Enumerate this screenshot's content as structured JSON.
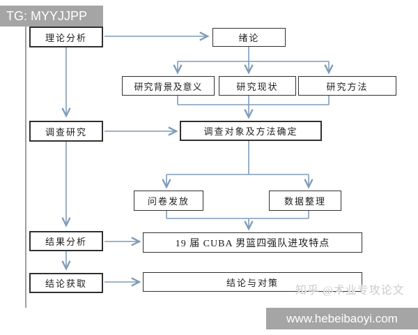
{
  "overlays": {
    "top_banner": "TG: MYYJJPP",
    "bottom_banner": "www.hebeibaoyi.com",
    "zhihu_watermark": "知乎 @术业专攻论文"
  },
  "flowchart": {
    "stages": {
      "theory": "理论分析",
      "survey": "调查研究",
      "result": "结果分析",
      "get_conclusion": "结论获取"
    },
    "nodes": {
      "intro": "绪论",
      "background": "研究背景及意义",
      "status": "研究现状",
      "method": "研究方法",
      "object_method": "调查对象及方法确定",
      "questionnaire": "问卷发放",
      "data_sort": "数据整理",
      "cuba": "19 届 CUBA 男篮四强队进攻特点",
      "conclusion": "结论与对策"
    }
  },
  "colors": {
    "arrow": "#7f9cb8",
    "box_border": "#2f2f2f",
    "banner_bg": "#a5a5a5",
    "banner_text": "#ffffff",
    "watermark_text": "#cbcbcb",
    "margin_line": "#6a6a6a"
  }
}
